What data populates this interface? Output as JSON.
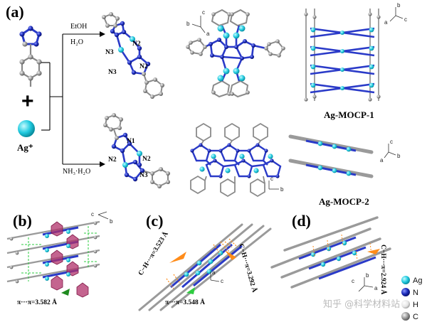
{
  "panels": {
    "a": "(a)",
    "b": "(b)",
    "c": "(c)",
    "d": "(d)"
  },
  "reactants": {
    "plus": "+",
    "ag_ion": "Ag⁺"
  },
  "conditions": {
    "top_1": "EtOH",
    "top_2": "H₂O",
    "bottom": "NH₃·H₂O"
  },
  "atom_labels": {
    "top": {
      "n2_a": "N2",
      "n3_a": "N3",
      "n3_b": "N3",
      "n2_b": "N2"
    },
    "bottom": {
      "n1": "N1",
      "n2_a": "N2",
      "n2_b": "N2",
      "n3": "N3"
    }
  },
  "axes": {
    "a": "a",
    "b": "b",
    "c": "c"
  },
  "products": {
    "mocp1": "Ag-MOCP-1",
    "mocp2": "Ag-MOCP-2"
  },
  "annotations": {
    "b_pi": "π···π=3.582 Å",
    "c_ch_left": "C−H···π=3.523 Å",
    "c_ch_right": "C−H···π=3.292 Å",
    "c_pi": "π···π=3.548 Å",
    "d_ch": "C−H···π=2.924 Å"
  },
  "legend": [
    {
      "label": "Ag",
      "color": "#2ad4e6"
    },
    {
      "label": "N",
      "color": "#1a2ab8"
    },
    {
      "label": "H",
      "color": "#e8e8e8"
    },
    {
      "label": "C",
      "color": "#9a9a9a"
    }
  ],
  "watermark": "知乎 @科学材料站",
  "colors": {
    "ag": "#2ad4e6",
    "n": "#1a2ab8",
    "c": "#9a9a9a",
    "h_bond": "#2ecc40",
    "pi": "#ff8c1a",
    "ring": "#b0306a"
  }
}
